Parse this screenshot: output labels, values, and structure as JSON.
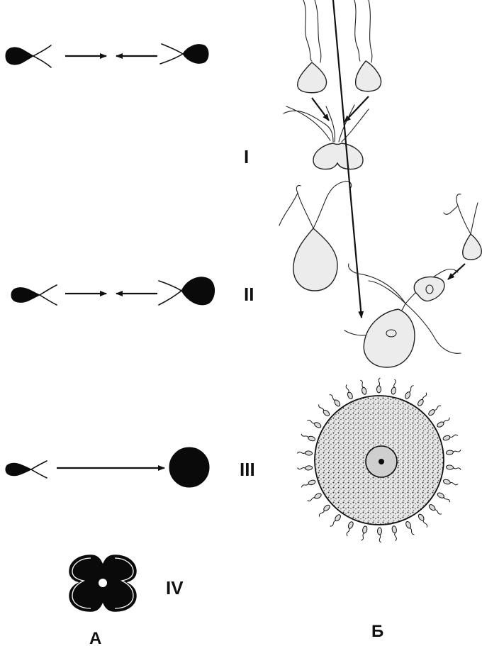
{
  "rows": [
    {
      "id": "I",
      "label": "I"
    },
    {
      "id": "II",
      "label": "II"
    },
    {
      "id": "III",
      "label": "III"
    },
    {
      "id": "IV",
      "label": "IV"
    }
  ],
  "columns": [
    {
      "id": "A",
      "label": "А"
    },
    {
      "id": "B",
      "label": "Б"
    }
  ],
  "colors": {
    "ink": "#0a0a0a",
    "cytoplasm": "#ececec",
    "background": "#ffffff"
  }
}
